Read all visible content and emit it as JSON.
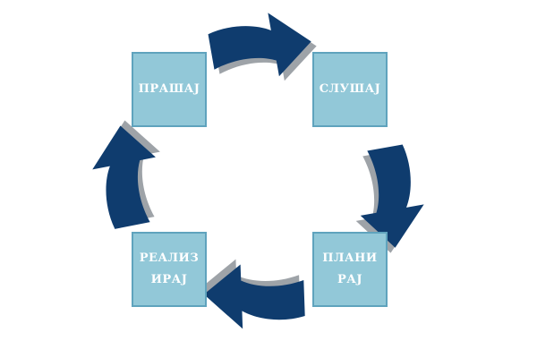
{
  "diagram": {
    "steps": [
      {
        "id": "prashaj",
        "lines": [
          "ПРАШАЈ"
        ]
      },
      {
        "id": "slushaj",
        "lines": [
          "СЛУШАЈ"
        ]
      },
      {
        "id": "planiraj",
        "lines": [
          "ПЛАНИ",
          "РАЈ"
        ]
      },
      {
        "id": "realiziraj",
        "lines": [
          "РЕАЛИЗ",
          "ИРАЈ"
        ]
      }
    ],
    "colors": {
      "box_fill": "#92c8d8",
      "box_border": "#5fa3bd",
      "label_text": "#ffffff",
      "arrow_fill": "#0f3c6e",
      "arrow_shadow": "#9ea3a8"
    }
  }
}
